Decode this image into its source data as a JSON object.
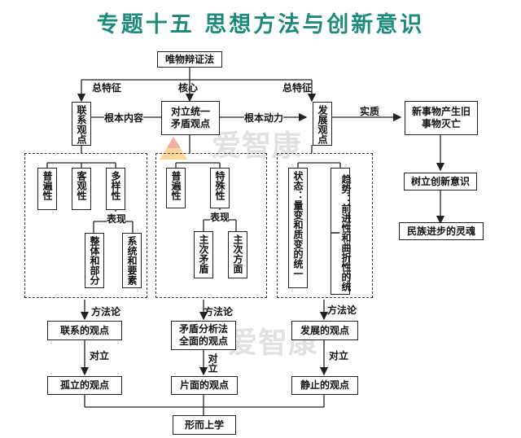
{
  "title": "专题十五   思想方法与创新意识",
  "root": "唯物辩证法",
  "edge_labels": {
    "left_feature": "总特征",
    "core": "核心",
    "right_feature": "总特征",
    "basic_content": "根本内容",
    "fundamental_power": "根本动力",
    "essence": "实质",
    "methodology_left": "方法论",
    "methodology_mid": "方法论",
    "methodology_right": "方法论",
    "oppose_left": "对立",
    "oppose_mid": "对立",
    "oppose_right": "对立",
    "manifest_left": "表现",
    "manifest_mid": "表现"
  },
  "nodes": {
    "link_view": "联系观点",
    "contradiction_view": "对立统一矛盾观点",
    "development_view": "发展观点",
    "new_things": "新事物产生旧事物灭亡",
    "innovation": "树立创新意识",
    "national_soul": "民族进步的灵魂",
    "universal_1": "普遍性",
    "objective": "客观性",
    "diverse": "多样性",
    "whole_part": "整体和部分",
    "system_element": "系统和要素",
    "universal_2": "普遍性",
    "particular": "特殊性",
    "main_secondary_contra": "主次矛盾",
    "main_secondary_aspect": "主次方面",
    "state": "状态：量变和质变的统一",
    "trend": "趋势：前进性和曲折性的统一",
    "link_method": "联系的观点",
    "isolated_view": "孤立的观点",
    "contra_analysis": "矛盾分析法全面的观点",
    "one_sided": "片面的观点",
    "development_method": "发展的观点",
    "static_view": "静止的观点",
    "metaphysics": "形而上学"
  },
  "watermark": "爱智康"
}
